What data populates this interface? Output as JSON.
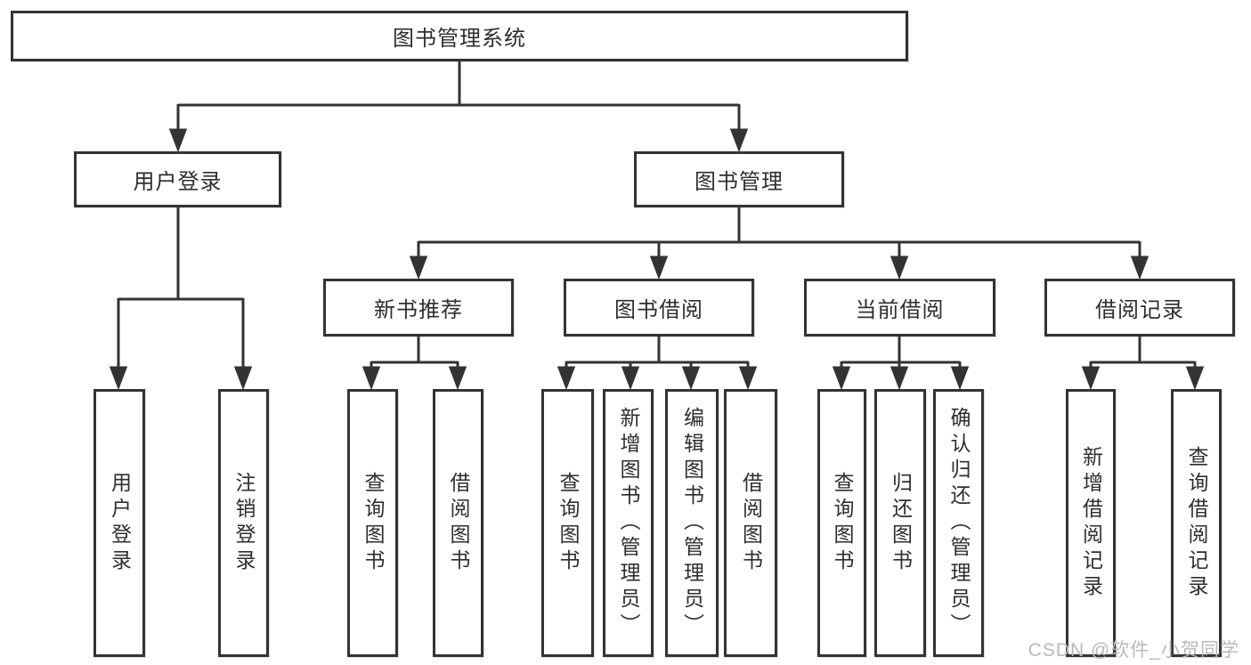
{
  "diagram": {
    "title": "图书管理系统",
    "root": {
      "label": "图书管理系统"
    },
    "level2": {
      "user_login": {
        "label": "用户登录"
      },
      "book_mgmt": {
        "label": "图书管理"
      }
    },
    "level3": {
      "new_book_rec": {
        "label": "新书推荐"
      },
      "book_borrow": {
        "label": "图书借阅"
      },
      "current_borrow": {
        "label": "当前借阅"
      },
      "borrow_record": {
        "label": "借阅记录"
      }
    },
    "leaves": {
      "user_login_login": {
        "label": "用户登录"
      },
      "user_login_logout": {
        "label": "注销登录"
      },
      "rec_query_book": {
        "label": "查询图书"
      },
      "rec_borrow_book": {
        "label": "借阅图书"
      },
      "borrow_query_book": {
        "label": "查询图书"
      },
      "borrow_add_book": {
        "label": "新增图书（管理员）"
      },
      "borrow_edit_book": {
        "label": "编辑图书（管理员）"
      },
      "borrow_borrow_book": {
        "label": "借阅图书"
      },
      "current_query_book": {
        "label": "查询图书"
      },
      "current_return_book": {
        "label": "归还图书"
      },
      "current_confirm_return": {
        "label": "确认归还（管理员）"
      },
      "record_add_record": {
        "label": "新增借阅记录"
      },
      "record_query_record": {
        "label": "查询借阅记录"
      }
    },
    "watermark": "CSDN @软件_小贺同学",
    "colors": {
      "line": "#333333",
      "text": "#2e2e2e",
      "watermark": "#b9b9b9",
      "background": "#ffffff"
    }
  }
}
